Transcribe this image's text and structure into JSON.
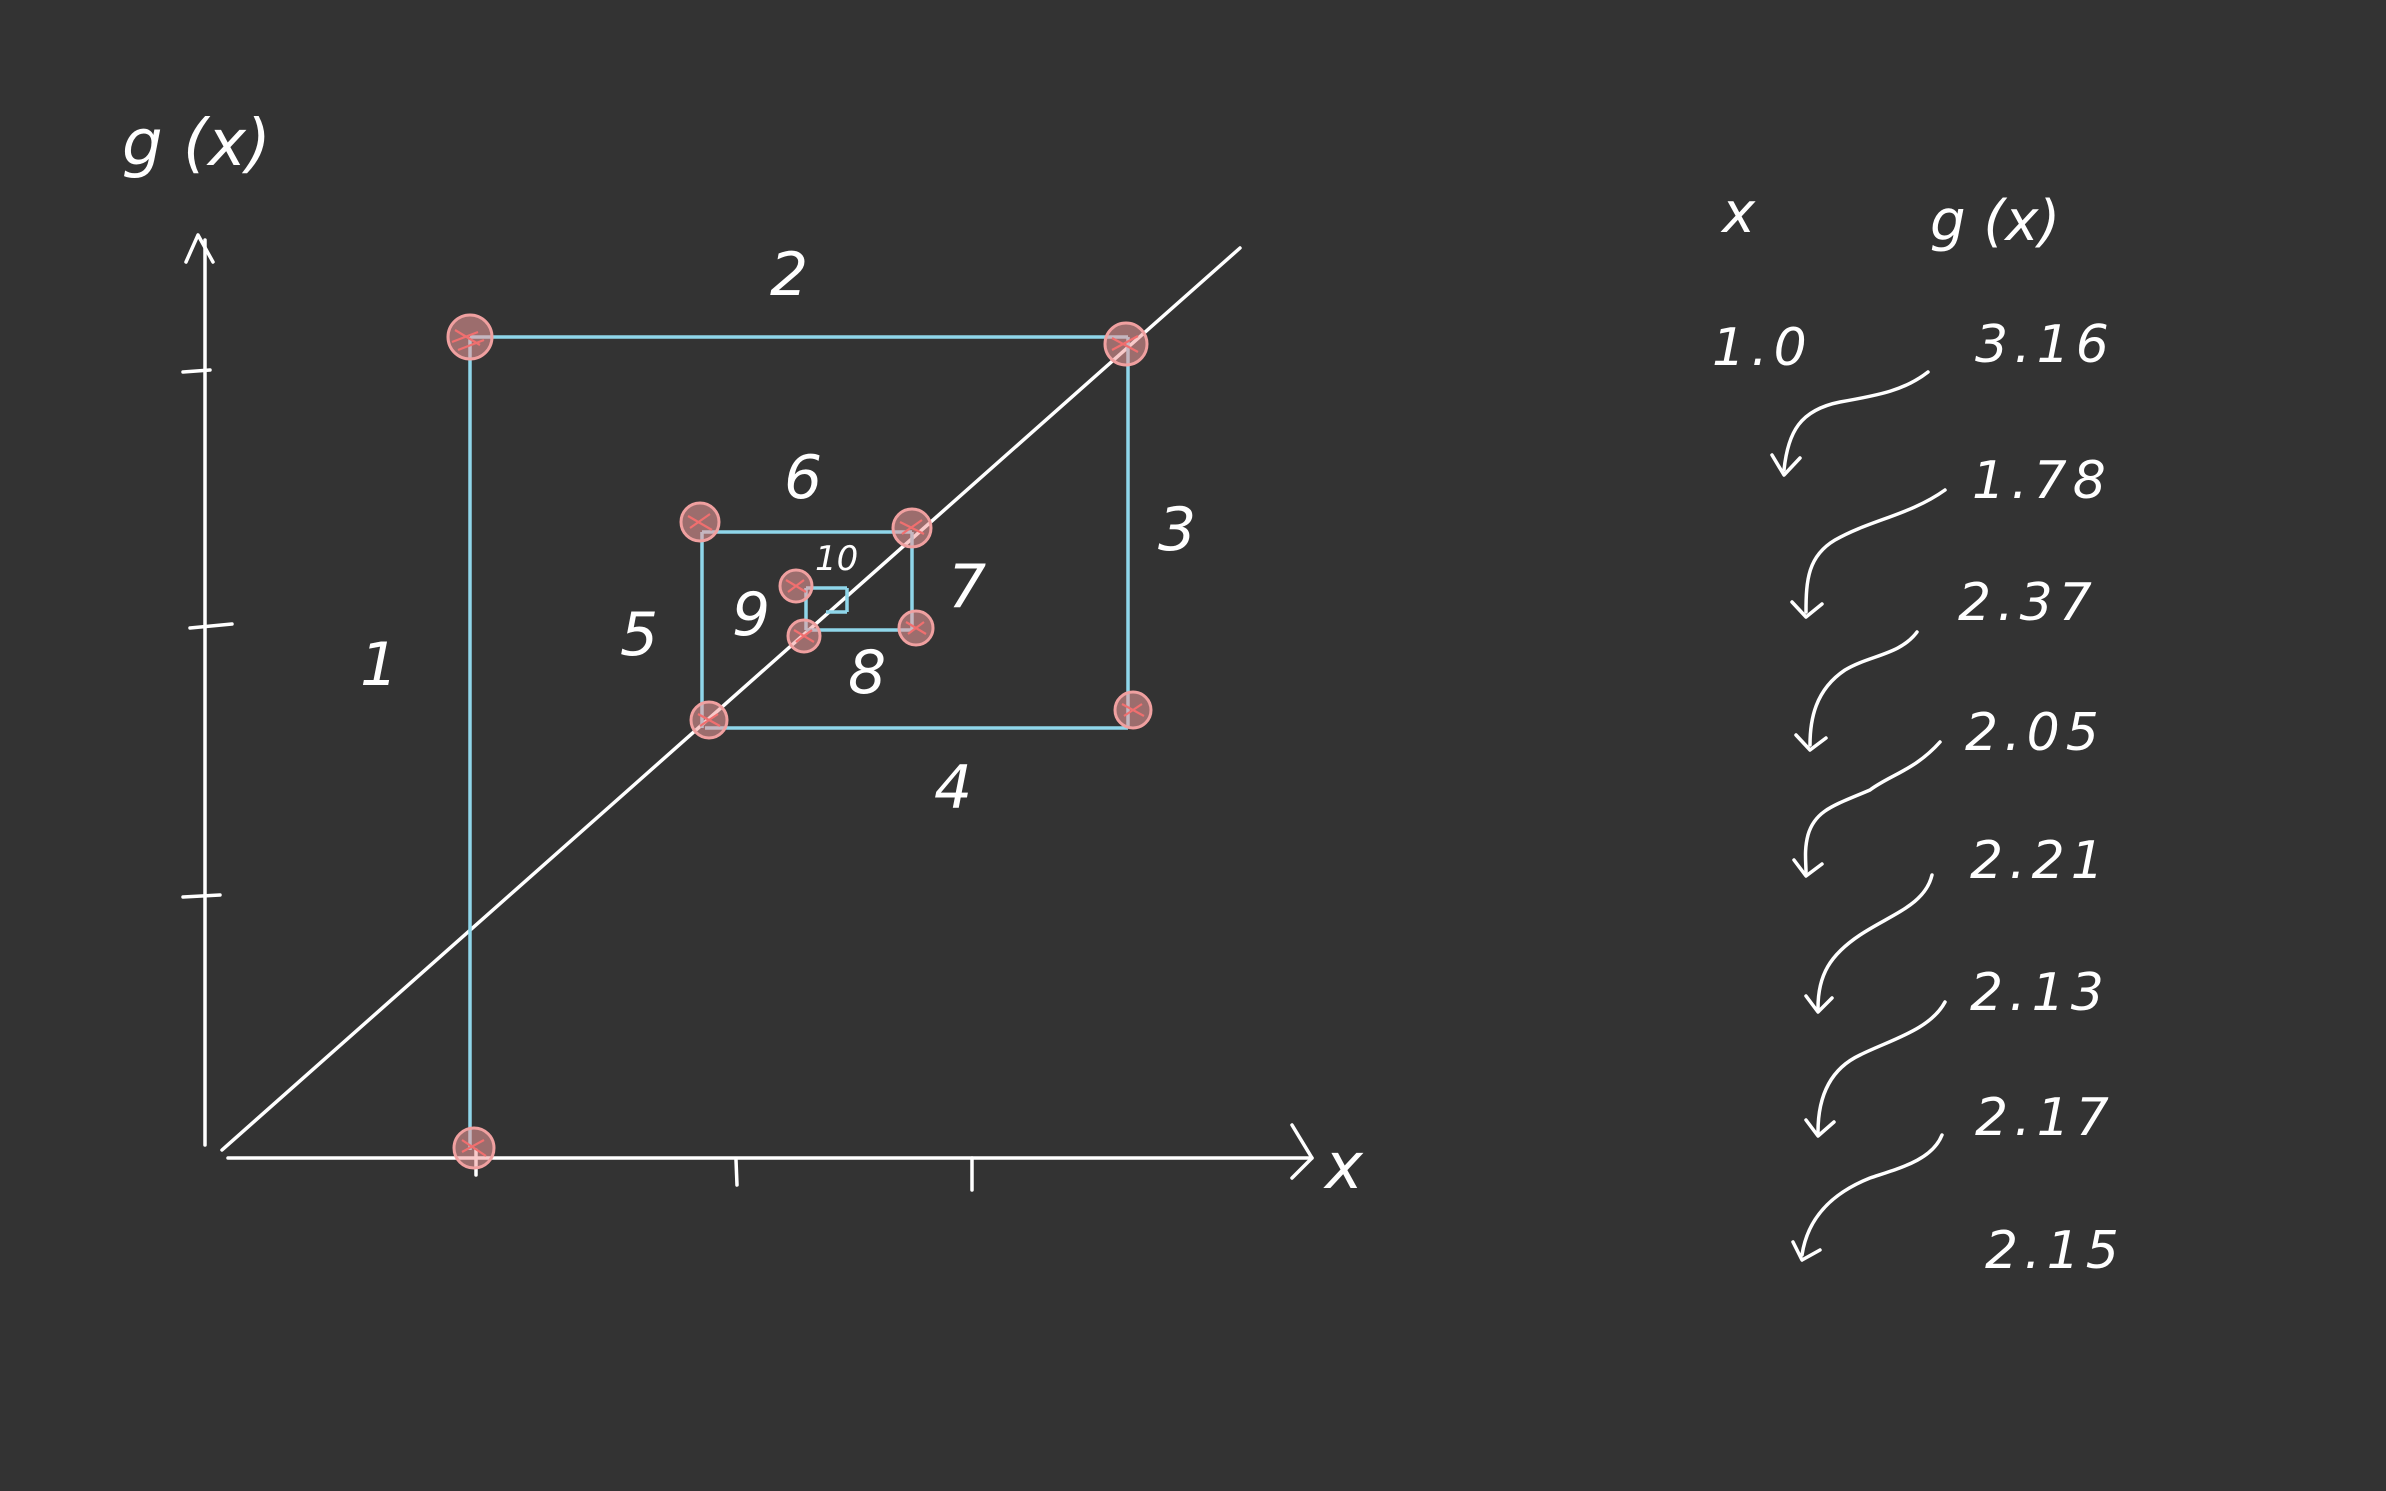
{
  "diagram": {
    "y_axis_label": "g (x)",
    "x_axis_label": "x",
    "step_numbers": [
      "1",
      "2",
      "3",
      "4",
      "5",
      "6",
      "7",
      "8",
      "9",
      "10"
    ]
  },
  "table": {
    "col_x_header": "x",
    "col_gx_header": "g (x)",
    "x_start": "1.0",
    "g_values": [
      "3.16",
      "1.78",
      "2.37",
      "2.05",
      "2.21",
      "2.13",
      "2.17",
      "2.15"
    ]
  },
  "colors": {
    "background": "#333333",
    "ink": "#ffffff",
    "cobweb": "#8fd6ea",
    "points": "#f29c9c"
  }
}
